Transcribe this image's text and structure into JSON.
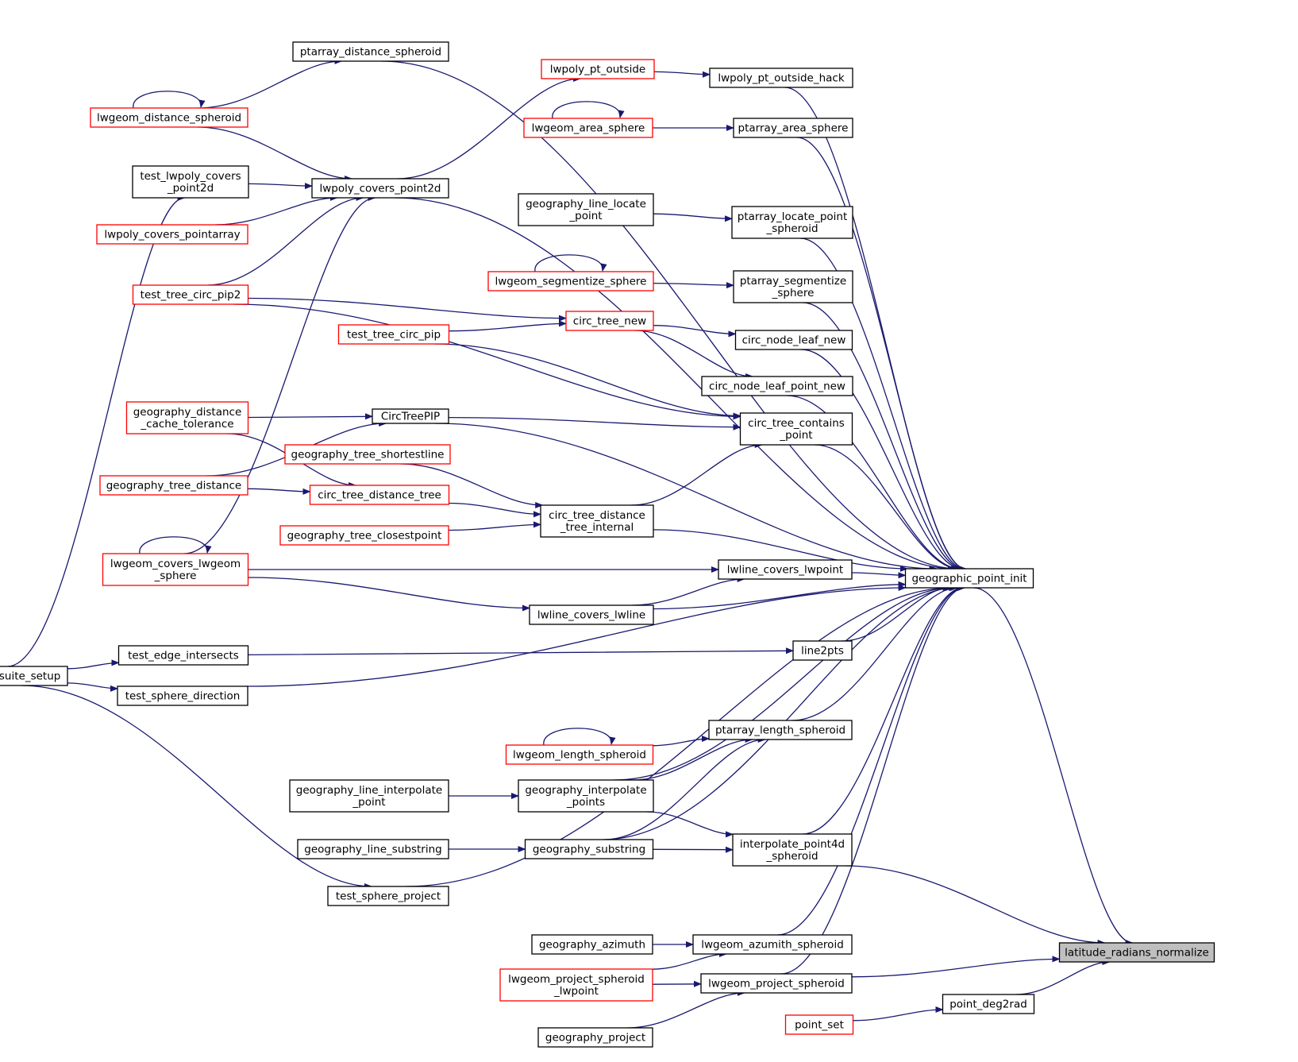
{
  "colors": {
    "edge": "#191970",
    "node_border": "#000000",
    "truncated_node_border": "#ff0000",
    "root_fill": "#bfbfbf",
    "background": "#ffffff"
  },
  "nodes": {
    "latitude_radians_normalize": {
      "lines": [
        "latitude_radians_normalize"
      ],
      "root": true
    },
    "geographic_point_init": {
      "lines": [
        "geographic_point_init"
      ]
    },
    "point_deg2rad": {
      "lines": [
        "point_deg2rad"
      ]
    },
    "point_set": {
      "lines": [
        "point_set"
      ],
      "truncated": true
    },
    "lwgeom_project_spheroid": {
      "lines": [
        "lwgeom_project_spheroid"
      ]
    },
    "lwgeom_project_spheroid_lwpoint": {
      "lines": [
        "lwgeom_project_spheroid",
        "_lwpoint"
      ],
      "truncated": true
    },
    "geography_project": {
      "lines": [
        "geography_project"
      ]
    },
    "lwgeom_azumith_spheroid": {
      "lines": [
        "lwgeom_azumith_spheroid"
      ]
    },
    "geography_azimuth": {
      "lines": [
        "geography_azimuth"
      ]
    },
    "interpolate_point4d_spheroid": {
      "lines": [
        "interpolate_point4d",
        "_spheroid"
      ]
    },
    "geography_substring": {
      "lines": [
        "geography_substring"
      ]
    },
    "geography_line_substring": {
      "lines": [
        "geography_line_substring"
      ]
    },
    "geography_interpolate_points": {
      "lines": [
        "geography_interpolate",
        "_points"
      ]
    },
    "geography_line_interpolate_point": {
      "lines": [
        "geography_line_interpolate",
        "_point"
      ]
    },
    "ptarray_length_spheroid": {
      "lines": [
        "ptarray_length_spheroid"
      ]
    },
    "lwgeom_length_spheroid": {
      "lines": [
        "lwgeom_length_spheroid"
      ],
      "truncated": true
    },
    "test_sphere_project": {
      "lines": [
        "test_sphere_project"
      ]
    },
    "test_sphere_direction": {
      "lines": [
        "test_sphere_direction"
      ]
    },
    "test_edge_intersects": {
      "lines": [
        "test_edge_intersects"
      ]
    },
    "geodetic_suite_setup": {
      "lines": [
        "geodetic_suite_setup"
      ]
    },
    "line2pts": {
      "lines": [
        "line2pts"
      ]
    },
    "lwline_covers_lwline": {
      "lines": [
        "lwline_covers_lwline"
      ]
    },
    "lwline_covers_lwpoint": {
      "lines": [
        "lwline_covers_lwpoint"
      ]
    },
    "lwgeom_covers_lwgeom_sphere": {
      "lines": [
        "lwgeom_covers_lwgeom",
        "_sphere"
      ],
      "truncated": true
    },
    "circ_tree_distance_tree_internal": {
      "lines": [
        "circ_tree_distance",
        "_tree_internal"
      ]
    },
    "geography_tree_closestpoint": {
      "lines": [
        "geography_tree_closestpoint"
      ],
      "truncated": true
    },
    "circ_tree_distance_tree": {
      "lines": [
        "circ_tree_distance_tree"
      ],
      "truncated": true
    },
    "geography_tree_shortestline": {
      "lines": [
        "geography_tree_shortestline"
      ],
      "truncated": true
    },
    "geography_tree_distance": {
      "lines": [
        "geography_tree_distance"
      ],
      "truncated": true
    },
    "geography_distance_cache_tolerance": {
      "lines": [
        "geography_distance",
        "_cache_tolerance"
      ],
      "truncated": true
    },
    "CircTreePIP": {
      "lines": [
        "CircTreePIP"
      ]
    },
    "circ_tree_contains_point": {
      "lines": [
        "circ_tree_contains",
        "_point"
      ]
    },
    "circ_node_leaf_point_new": {
      "lines": [
        "circ_node_leaf_point_new"
      ]
    },
    "circ_node_leaf_new": {
      "lines": [
        "circ_node_leaf_new"
      ]
    },
    "circ_tree_new": {
      "lines": [
        "circ_tree_new"
      ],
      "truncated": true
    },
    "test_tree_circ_pip": {
      "lines": [
        "test_tree_circ_pip"
      ],
      "truncated": true
    },
    "test_tree_circ_pip2": {
      "lines": [
        "test_tree_circ_pip2"
      ],
      "truncated": true
    },
    "ptarray_segmentize_sphere": {
      "lines": [
        "ptarray_segmentize",
        "_sphere"
      ]
    },
    "lwgeom_segmentize_sphere": {
      "lines": [
        "lwgeom_segmentize_sphere"
      ],
      "truncated": true
    },
    "ptarray_locate_point_spheroid": {
      "lines": [
        "ptarray_locate_point",
        "_spheroid"
      ]
    },
    "geography_line_locate_point": {
      "lines": [
        "geography_line_locate",
        "_point"
      ]
    },
    "ptarray_area_sphere": {
      "lines": [
        "ptarray_area_sphere"
      ]
    },
    "lwgeom_area_sphere": {
      "lines": [
        "lwgeom_area_sphere"
      ],
      "truncated": true
    },
    "lwpoly_pt_outside_hack": {
      "lines": [
        "lwpoly_pt_outside_hack"
      ]
    },
    "lwpoly_pt_outside": {
      "lines": [
        "lwpoly_pt_outside"
      ],
      "truncated": true
    },
    "ptarray_distance_spheroid": {
      "lines": [
        "ptarray_distance_spheroid"
      ]
    },
    "lwgeom_distance_spheroid": {
      "lines": [
        "lwgeom_distance_spheroid"
      ],
      "truncated": true
    },
    "lwpoly_covers_point2d": {
      "lines": [
        "lwpoly_covers_point2d"
      ]
    },
    "test_lwpoly_covers_point2d": {
      "lines": [
        "test_lwpoly_covers",
        "_point2d"
      ]
    },
    "lwpoly_covers_pointarray": {
      "lines": [
        "lwpoly_covers_pointarray"
      ],
      "truncated": true
    }
  }
}
